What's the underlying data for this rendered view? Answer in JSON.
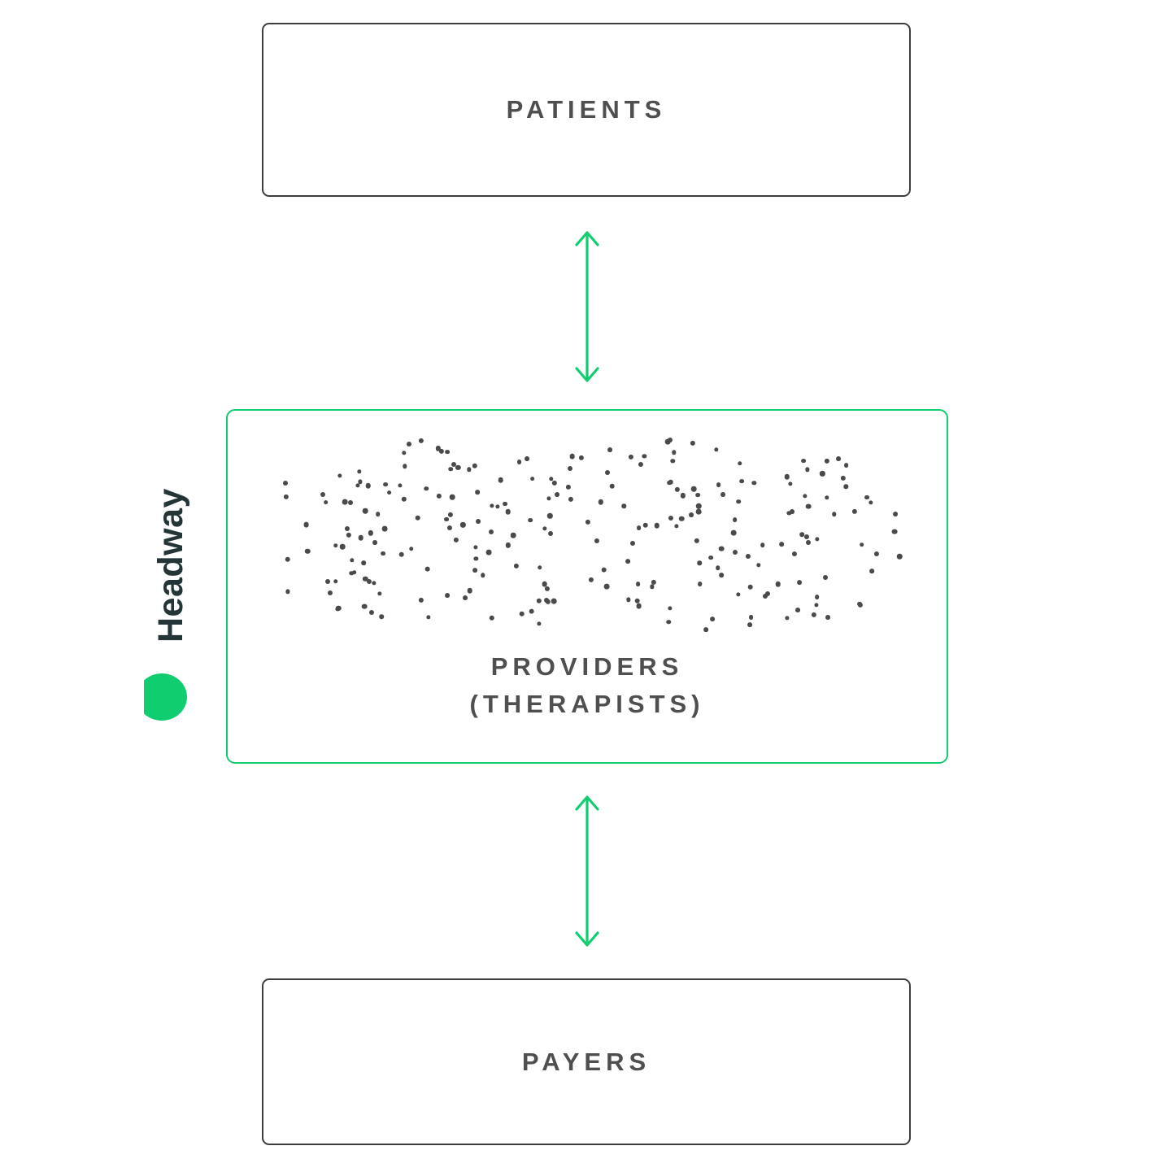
{
  "brand": {
    "name": "Headway",
    "accent_color": "#10ce70",
    "wordmark_color": "#233537"
  },
  "diagram": {
    "patients_label": "PATIENTS",
    "providers_label_line1": "PROVIDERS",
    "providers_label_line2": "(THERAPISTS)",
    "payers_label": "PAYERS",
    "label_color": "#4f4f4f",
    "box_border_color": "#3d3d3d",
    "dots": {
      "count": 232,
      "color": "#4a4a4a",
      "seed": 11,
      "min_radius": 2.6,
      "max_radius": 3.4
    }
  }
}
